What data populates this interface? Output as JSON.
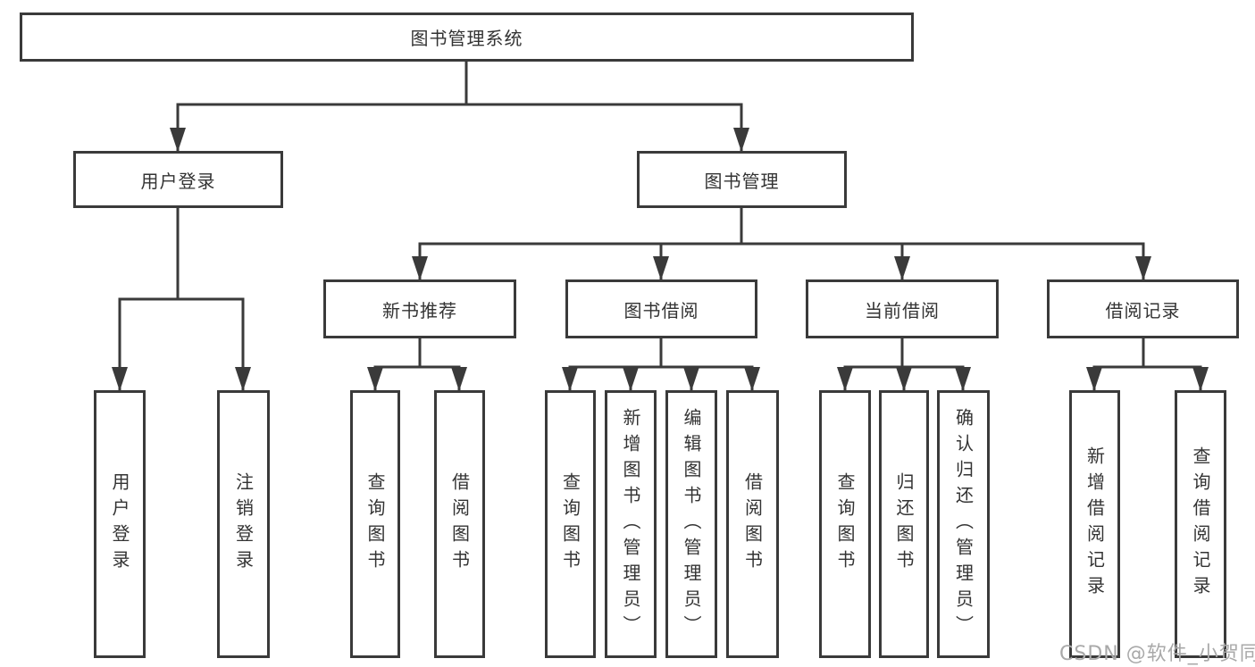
{
  "tree": {
    "label": "图书管理系统",
    "children": [
      {
        "label": "用户登录",
        "children": [
          {
            "label": "用户登录"
          },
          {
            "label": "注销登录"
          }
        ]
      },
      {
        "label": "图书管理",
        "children": [
          {
            "label": "新书推荐",
            "children": [
              {
                "label": "查询图书"
              },
              {
                "label": "借阅图书"
              }
            ]
          },
          {
            "label": "图书借阅",
            "children": [
              {
                "label": "查询图书"
              },
              {
                "label": "新增图书（管理员）"
              },
              {
                "label": "编辑图书（管理员）"
              },
              {
                "label": "借阅图书"
              }
            ]
          },
          {
            "label": "当前借阅",
            "children": [
              {
                "label": "查询图书"
              },
              {
                "label": "归还图书"
              },
              {
                "label": "确认归还（管理员）"
              }
            ]
          },
          {
            "label": "借阅记录",
            "children": [
              {
                "label": "新增借阅记录"
              },
              {
                "label": "查询借阅记录"
              }
            ]
          }
        ]
      }
    ]
  },
  "watermark": {
    "text": "CSDN @软件_小贺同学"
  },
  "colors": {
    "line": "#3a3a3a",
    "text": "#333333",
    "background": "#ffffff",
    "watermark": "#a9a9a9"
  }
}
